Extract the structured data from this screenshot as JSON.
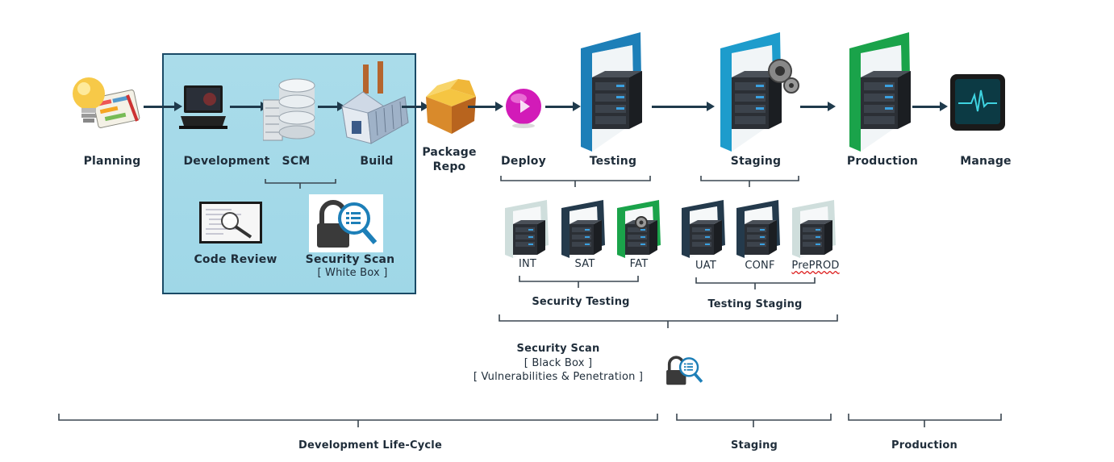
{
  "diagram": {
    "title": "DevOps Pipeline with Security Testing",
    "pipeline_stages": [
      {
        "id": "planning",
        "label": "Planning",
        "icon": "lightbulb-plan-icon"
      },
      {
        "id": "development",
        "label": "Development",
        "icon": "laptop-icon"
      },
      {
        "id": "scm",
        "label": "SCM",
        "icon": "database-icon"
      },
      {
        "id": "build",
        "label": "Build",
        "icon": "factory-icon"
      },
      {
        "id": "package-repo",
        "label_line1": "Package",
        "label_line2": "Repo",
        "icon": "package-box-icon"
      },
      {
        "id": "deploy",
        "label": "Deploy",
        "icon": "deploy-play-icon"
      },
      {
        "id": "testing",
        "label": "Testing",
        "icon": "server-blue-door-icon"
      },
      {
        "id": "staging",
        "label": "Staging",
        "icon": "server-blue-door-gear-icon"
      },
      {
        "id": "production",
        "label": "Production",
        "icon": "server-green-door-icon"
      },
      {
        "id": "manage",
        "label": "Manage",
        "icon": "monitor-heartbeat-icon"
      }
    ],
    "dev_box": {
      "items": [
        {
          "label": "Code Review",
          "icon": "code-review-magnifier-icon"
        },
        {
          "label_line1": "Security Scan",
          "label_line2": "[ White Box ]",
          "icon": "security-scan-lock-icon"
        }
      ]
    },
    "environments": [
      {
        "label": "INT",
        "door_color": "#cfdedc",
        "icon": "server-light-door-icon"
      },
      {
        "label": "SAT",
        "door_color": "#243a4c",
        "icon": "server-dark-door-icon"
      },
      {
        "label": "FAT",
        "door_color": "#1aa34a",
        "icon": "server-green-door-gear-icon"
      },
      {
        "label": "UAT",
        "door_color": "#243a4c",
        "icon": "server-dark-door-icon"
      },
      {
        "label": "CONF",
        "door_color": "#243a4c",
        "icon": "server-dark-door-icon"
      },
      {
        "label": "PrePROD",
        "door_color": "#cfdedc",
        "icon": "server-light-door-icon"
      }
    ],
    "group_labels": {
      "security_testing": "Security Testing",
      "testing_staging": "Testing Staging"
    },
    "black_box_scan": {
      "line1": "Security Scan",
      "line2": "[ Black Box ]",
      "line3": "[ Vulnerabilities & Penetration ]"
    },
    "phases": [
      {
        "label": "Development Life-Cycle"
      },
      {
        "label": "Staging"
      },
      {
        "label": "Production"
      }
    ],
    "colors": {
      "dev_box_fill": "#a9dcea",
      "dev_box_border": "#1a4a66",
      "testing_door": "#1d7fb8",
      "staging_door": "#1d9ccc",
      "production_door": "#1aa34a",
      "arrow": "#1f3a4c",
      "text": "#1f2d3a"
    }
  }
}
